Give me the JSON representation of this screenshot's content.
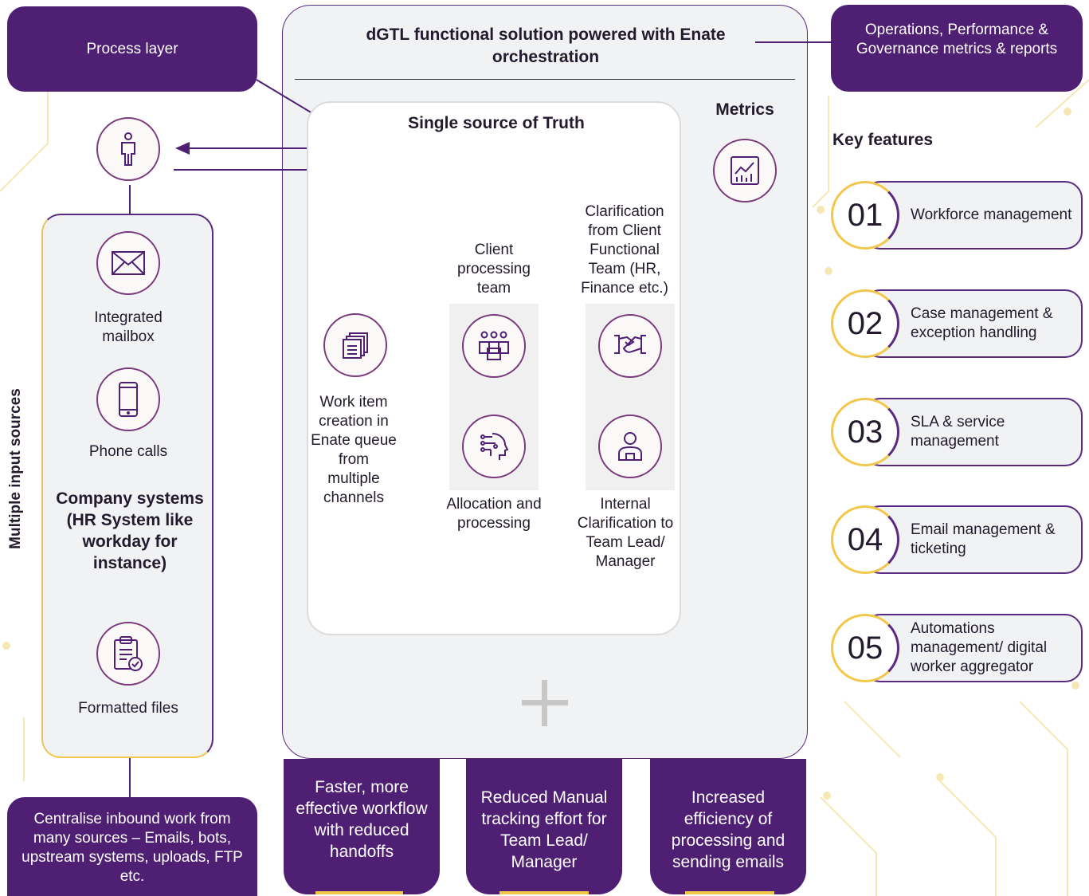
{
  "process_layer": "Process layer",
  "ops_metrics": "Operations, Performance & Governance metrics & reports",
  "main_title": "dGTL functional solution powered with Enate orchestration",
  "metrics_label": "Metrics",
  "sst_title": "Single source of Truth",
  "work_item": "Work item creation in Enate queue from multiple channels",
  "client_team": "Client processing team",
  "allocation": "Allocation and processing",
  "clarification_client": "Clarification from Client Functional Team (HR, Finance etc.)",
  "internal_clarification": "Internal Clarification to Team Lead/ Manager",
  "side_label": "Multiple input sources",
  "integrated_mailbox": "Integrated mailbox",
  "phone_calls": "Phone calls",
  "company_systems": "Company systems (HR System like workday for instance)",
  "formatted_files": "Formatted files",
  "centralise": "Centralise inbound work from many sources – Emails, bots, upstream systems, uploads, FTP etc.",
  "key_features_title": "Key features",
  "features": [
    {
      "num": "01",
      "text": "Workforce management"
    },
    {
      "num": "02",
      "text": "Case management & exception handling"
    },
    {
      "num": "03",
      "text": "SLA & service management"
    },
    {
      "num": "04",
      "text": "Email management & ticketing"
    },
    {
      "num": "05",
      "text": "Automations management/ digital worker aggregator"
    }
  ],
  "benefits": [
    "Faster, more effective workflow with reduced handoffs",
    "Reduced Manual tracking effort for Team Lead/ Manager",
    "Increased efficiency of processing and sending emails"
  ],
  "colors": {
    "purple": "#4e1f73",
    "yellow": "#f2c74a",
    "panel": "#f1f2f3"
  }
}
